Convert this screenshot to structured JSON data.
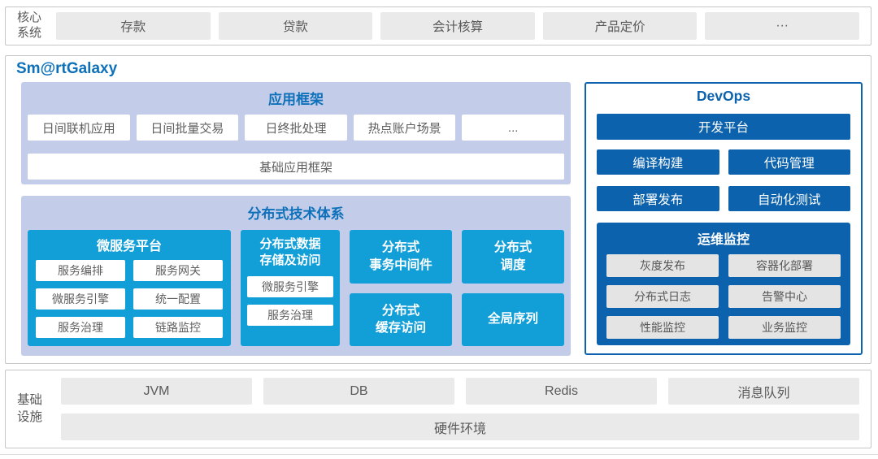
{
  "colors": {
    "blue-title": "#0d70b9",
    "dark-blue": "#0c62ad",
    "cyan": "#129fd8",
    "lavender": "#c3cdea",
    "gray-box": "#eaeaea",
    "gray-text": "#595959",
    "border": "#c6c6c6"
  },
  "core_system": {
    "label": "核心\n系统",
    "items": [
      "存款",
      "贷款",
      "会计核算",
      "产品定价",
      "···"
    ]
  },
  "galaxy": {
    "title": "Sm@rtGalaxy",
    "app_framework": {
      "title": "应用框架",
      "apps": [
        "日间联机应用",
        "日间批量交易",
        "日终批处理",
        "热点账户场景",
        "..."
      ],
      "base": "基础应用框架"
    },
    "distributed": {
      "title": "分布式技术体系",
      "microservice_platform": {
        "title": "微服务平台",
        "items": [
          "服务编排",
          "服务网关",
          "微服务引擎",
          "统一配置",
          "服务治理",
          "链路监控"
        ]
      },
      "storage": {
        "title": "分布式数据\n存储及访问",
        "items": [
          "微服务引擎",
          "服务治理"
        ]
      },
      "blocks": [
        "分布式\n事务中间件",
        "分布式\n调度",
        "分布式\n缓存访问",
        "全局序列"
      ]
    },
    "devops": {
      "title": "DevOps",
      "platform": "开发平台",
      "tools": [
        "编译构建",
        "代码管理",
        "部署发布",
        "自动化测试"
      ],
      "monitoring": {
        "title": "运维监控",
        "items": [
          "灰度发布",
          "容器化部署",
          "分布式日志",
          "告警中心",
          "性能监控",
          "业务监控"
        ]
      }
    }
  },
  "infrastructure": {
    "label": "基础\n设施",
    "items": [
      "JVM",
      "DB",
      "Redis",
      "消息队列"
    ],
    "base": "硬件环境"
  }
}
